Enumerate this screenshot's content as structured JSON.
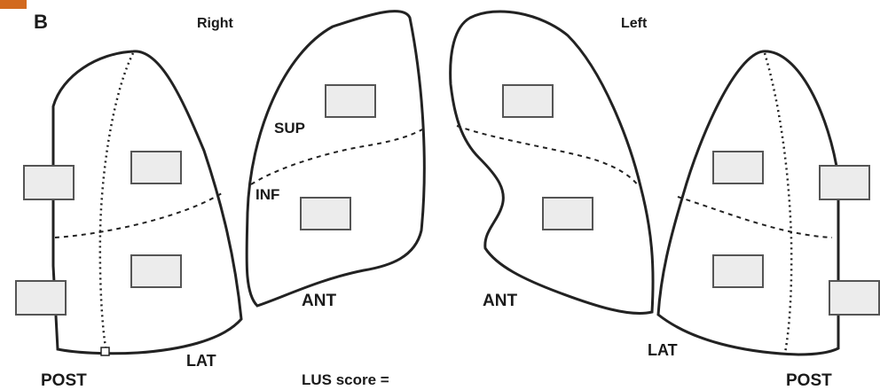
{
  "panel_letter": "B",
  "sides": {
    "right": "Right",
    "left": "Left"
  },
  "labels": {
    "sup": "SUP",
    "inf": "INF",
    "ant_right": "ANT",
    "ant_left": "ANT",
    "lat_right": "LAT",
    "lat_left": "LAT",
    "post_right": "POST",
    "post_left": "POST"
  },
  "lus_score_label": "LUS score =",
  "colors": {
    "outline": "#222222",
    "box_fill": "#ececec",
    "box_border": "#555555",
    "corner_tab": "#d2691e"
  }
}
